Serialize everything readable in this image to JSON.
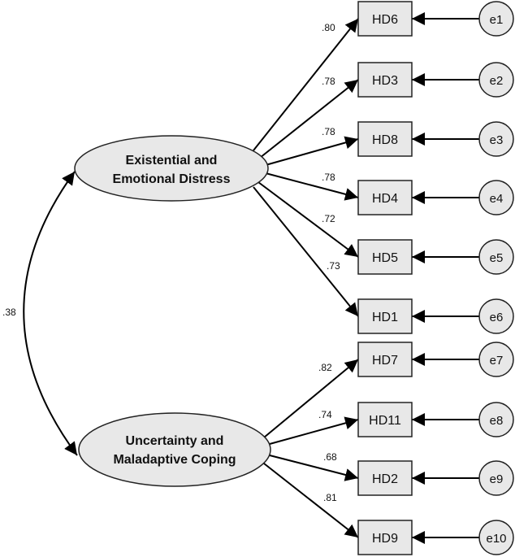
{
  "latent": {
    "f1": {
      "line1": "Existential and",
      "line2": "Emotional Distress"
    },
    "f2": {
      "line1": "Uncertainty and",
      "line2": "Maladaptive Coping"
    }
  },
  "correlation": ".38",
  "f1_items": [
    {
      "item": "HD6",
      "loading": ".80",
      "error": "e1"
    },
    {
      "item": "HD3",
      "loading": ".78",
      "error": "e2"
    },
    {
      "item": "HD8",
      "loading": ".78",
      "error": "e3"
    },
    {
      "item": "HD4",
      "loading": ".78",
      "error": "e4"
    },
    {
      "item": "HD5",
      "loading": ".72",
      "error": "e5"
    },
    {
      "item": "HD1",
      "loading": ".73",
      "error": "e6"
    }
  ],
  "f2_items": [
    {
      "item": "HD7",
      "loading": ".82",
      "error": "e7"
    },
    {
      "item": "HD11",
      "loading": ".74",
      "error": "e8"
    },
    {
      "item": "HD2",
      "loading": ".68",
      "error": "e9"
    },
    {
      "item": "HD9",
      "loading": ".81",
      "error": "e10"
    }
  ]
}
